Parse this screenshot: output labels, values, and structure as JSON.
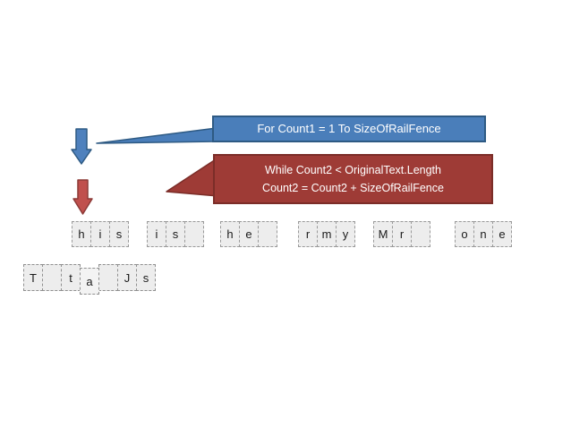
{
  "slide": {
    "background": "#ffffff",
    "callouts": {
      "for_loop": {
        "text": "For Count1 = 1 To SizeOfRailFence",
        "fill": "#4a7eba",
        "border": "#2e5a83",
        "text_color": "#ffffff"
      },
      "while_loop": {
        "line1": "While Count2 < OriginalText.Length",
        "line2": "Count2 = Count2 + SizeOfRailFence",
        "fill": "#9e3b36",
        "border": "#7b2d28",
        "text_color": "#ffffff"
      }
    },
    "arrows": {
      "blue_down_arrow": {
        "fill": "#4f81bd",
        "border": "#2e5a83"
      },
      "red_down_arrow": {
        "fill": "#c0504d",
        "border": "#8c3a37"
      }
    },
    "cell_style": {
      "fill": "#ededed",
      "border": "#999999",
      "text_color": "#1a1a1a"
    }
  },
  "letters": {
    "row1_groups": [
      [
        "h",
        "i",
        "s"
      ],
      [
        "i",
        "s",
        ""
      ],
      [
        "h",
        "e",
        ""
      ],
      [
        "r",
        "m",
        "y"
      ],
      [
        "M",
        "r",
        ""
      ],
      [
        "o",
        "n",
        "e"
      ]
    ],
    "row2_cells": [
      "T",
      "",
      "t",
      "a",
      "",
      "J",
      "s"
    ]
  }
}
